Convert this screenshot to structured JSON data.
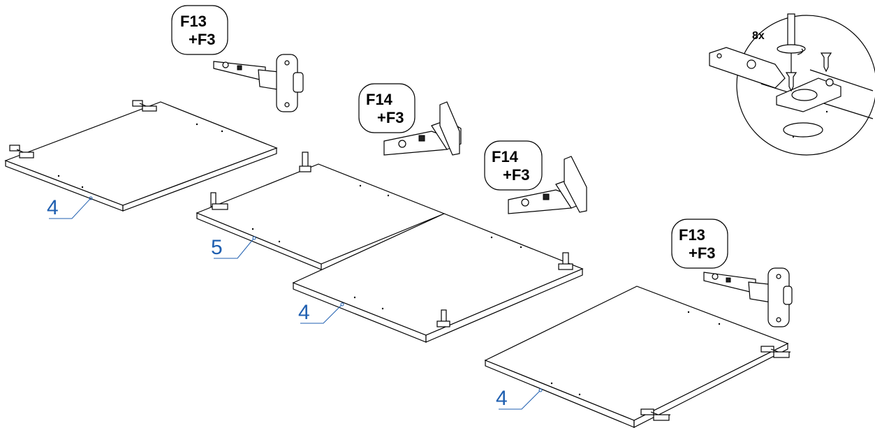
{
  "callouts": {
    "hinge_a_top": {
      "line1": "F13",
      "line2": "+F3"
    },
    "hinge_b_top": {
      "line1": "F14",
      "line2": "+F3"
    },
    "hinge_b_mid": {
      "line1": "F14",
      "line2": "+F3"
    },
    "hinge_a_right": {
      "line1": "F13",
      "line2": "+F3"
    }
  },
  "detail": {
    "quantity": "8x"
  },
  "parts": {
    "door_left": "4",
    "panel_center": "5",
    "door_center": "4",
    "door_right": "4"
  }
}
